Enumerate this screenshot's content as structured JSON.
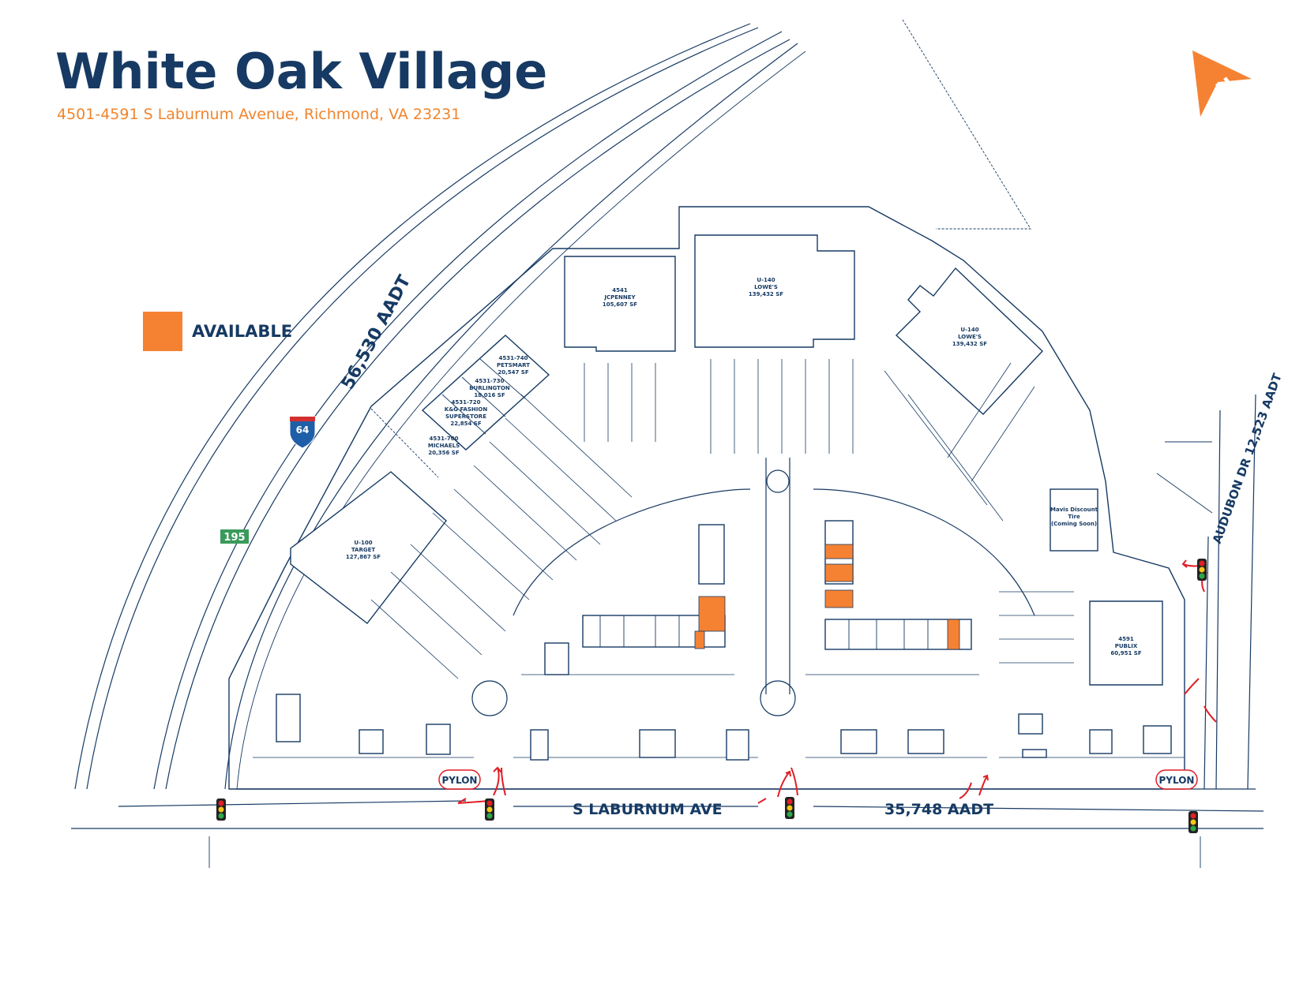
{
  "header": {
    "title": "White Oak Village",
    "address": "4501-4591 S Laburnum Avenue, Richmond, VA 23231"
  },
  "legend": {
    "available_label": "AVAILABLE",
    "available_color": "#f58233"
  },
  "colors": {
    "navy": "#163a63",
    "orange": "#f58233",
    "arrow_red": "#e01f26",
    "interstate_blue": "#1f5fa8",
    "route_green": "#3a9a5b"
  },
  "roads": {
    "highway_traffic": "56,530 AADT",
    "interstate_shield": "64",
    "route_sign": "195",
    "main_street": "S LABURNUM AVE",
    "main_street_traffic": "35,748 AADT",
    "side_street": "AUDUBON DR 12,523 AADT",
    "pylon_label": "PYLON"
  },
  "tenants": {
    "jcpenney": [
      "4541",
      "JCPENNEY",
      "105,607 SF"
    ],
    "lowes_a": [
      "U-140",
      "LOWE'S",
      "139,432 SF"
    ],
    "lowes_b": [
      "U-140",
      "LOWE'S",
      "139,432 SF"
    ],
    "petsmart": [
      "4531-740",
      "PETSMART",
      "20,547 SF"
    ],
    "burlington": [
      "4531-730",
      "BURLINGTON",
      "18,016 SF"
    ],
    "kg": [
      "4531-720",
      "K&G FASHION",
      "SUPERSTORE",
      "22,854 SF"
    ],
    "michaels": [
      "4531-700",
      "MICHAELS",
      "20,356 SF"
    ],
    "target": [
      "U-100",
      "TARGET",
      "127,867 SF"
    ],
    "publix": [
      "4591",
      "PUBLIX",
      "60,951 SF"
    ],
    "mavis": [
      "Mavis Discount",
      "Tire",
      "(Coming Soon)"
    ]
  },
  "icons": {
    "compass": "north-arrow-icon",
    "traffic_light": "traffic-light-icon",
    "entrance_arrow": "entrance-arrow-icon"
  }
}
